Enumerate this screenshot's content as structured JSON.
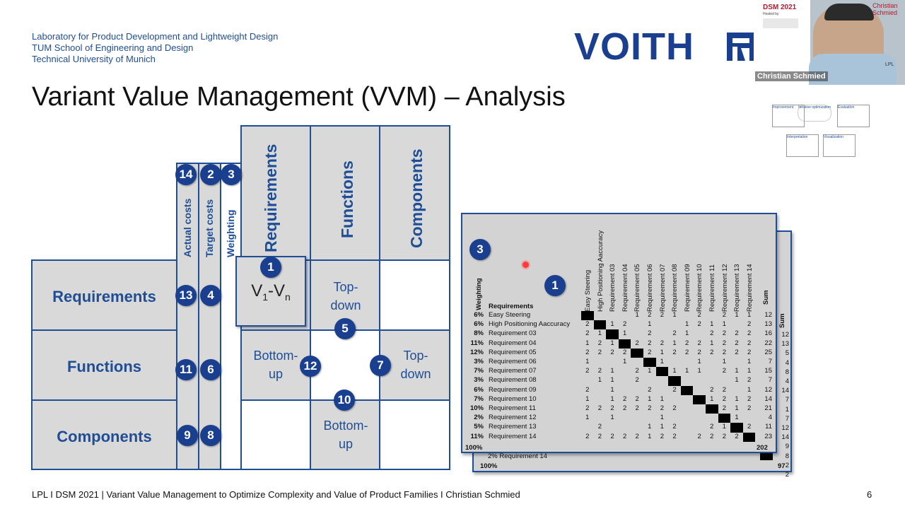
{
  "header": {
    "institution_lines": [
      "Laboratory for Product Development and Lightweight Design",
      "TUM School of Engineering and Design",
      "Technical University of Munich"
    ],
    "logo_text": "VOITH"
  },
  "slide": {
    "title": "Variant Value Management (VVM) – Analysis",
    "page_number": "6"
  },
  "footer": {
    "text": "LPL I DSM 2021 | Variant Value Management to Optimize Complexity and Value of Product Families I Christian Schmied"
  },
  "framework": {
    "column_headers": [
      "Requirements",
      "Functions",
      "Components"
    ],
    "side_columns": [
      "Actual costs",
      "Target costs",
      "Weighting"
    ],
    "side_badges": [
      "14",
      "2",
      "3"
    ],
    "rows": [
      {
        "label": "Requirements",
        "badges": [
          "13",
          "4"
        ]
      },
      {
        "label": "Functions",
        "badges": [
          "11",
          "6"
        ]
      },
      {
        "label": "Components",
        "badges": [
          "9",
          "8"
        ]
      }
    ],
    "cells": {
      "v_main": "V",
      "v_sub1": "1",
      "v_dash": "-V",
      "v_subn": "n",
      "req_func": [
        "Top-",
        "down"
      ],
      "func_req": [
        "Bottom-",
        "up"
      ],
      "func_comp": [
        "Top-",
        "down"
      ],
      "comp_func": [
        "Bottom-",
        "up"
      ]
    },
    "cell_badges": [
      "1",
      "5",
      "12",
      "7",
      "10"
    ]
  },
  "dsm": {
    "badges": [
      "3",
      "1"
    ],
    "weighting_label": "Weighting",
    "requirements_label": "Requirements",
    "sum_label": "Sum",
    "columns": [
      "Easy Steering",
      "High Positioning Aaccuracy",
      "Requirement 03",
      "Requirement 04",
      "Requirement 05",
      "Requirement 06",
      "Requirement 07",
      "Requirement 08",
      "Requirement 09",
      "Requirement 10",
      "Requirement 11",
      "Requirement 12",
      "Requirement 13",
      "Requirement 14"
    ],
    "rows": [
      {
        "w": "6%",
        "name": "Easy Steering",
        "vals": [
          "",
          "",
          "",
          "",
          "1",
          "2",
          "2",
          "1",
          "",
          "2",
          "",
          "2",
          "1",
          "1"
        ],
        "sum": "12"
      },
      {
        "w": "6%",
        "name": "High Positioning Aaccuracy",
        "vals": [
          "2",
          "",
          "1",
          "2",
          "",
          "1",
          "",
          "",
          "1",
          "2",
          "1",
          "1",
          "",
          "2"
        ],
        "sum": "13"
      },
      {
        "w": "8%",
        "name": "Requirement 03",
        "vals": [
          "2",
          "1",
          "",
          "1",
          "",
          "2",
          "",
          "2",
          "1",
          "",
          "2",
          "2",
          "2",
          "2"
        ],
        "sum": "16"
      },
      {
        "w": "11%",
        "name": "Requirement 04",
        "vals": [
          "1",
          "2",
          "1",
          "",
          "2",
          "2",
          "2",
          "1",
          "2",
          "2",
          "1",
          "2",
          "2",
          "2"
        ],
        "sum": "22"
      },
      {
        "w": "12%",
        "name": "Requirement 05",
        "vals": [
          "2",
          "2",
          "2",
          "2",
          "",
          "2",
          "1",
          "2",
          "2",
          "2",
          "2",
          "2",
          "2",
          "2"
        ],
        "sum": "25"
      },
      {
        "w": "3%",
        "name": "Requirement 06",
        "vals": [
          "1",
          "",
          "",
          "1",
          "",
          "",
          "1",
          "",
          "",
          "1",
          "",
          "1",
          "",
          "1"
        ],
        "sum": "7"
      },
      {
        "w": "7%",
        "name": "Requirement 07",
        "vals": [
          "2",
          "2",
          "1",
          "",
          "2",
          "1",
          "",
          "1",
          "1",
          "1",
          "",
          "2",
          "1",
          "1"
        ],
        "sum": "15"
      },
      {
        "w": "3%",
        "name": "Requirement 08",
        "vals": [
          "",
          "1",
          "1",
          "",
          "2",
          "",
          "",
          "",
          "",
          "",
          "",
          "",
          "1",
          "2"
        ],
        "sum": "7"
      },
      {
        "w": "6%",
        "name": "Requirement 09",
        "vals": [
          "2",
          "",
          "1",
          "",
          "",
          "2",
          "",
          "2",
          "",
          "",
          "2",
          "2",
          "",
          "1"
        ],
        "sum": "12"
      },
      {
        "w": "7%",
        "name": "Requirement 10",
        "vals": [
          "1",
          "",
          "1",
          "2",
          "2",
          "1",
          "1",
          "",
          "",
          "",
          "1",
          "2",
          "1",
          "2"
        ],
        "sum": "14"
      },
      {
        "w": "10%",
        "name": "Requirement 11",
        "vals": [
          "2",
          "2",
          "2",
          "2",
          "2",
          "2",
          "2",
          "2",
          "",
          "",
          "",
          "2",
          "1",
          "2"
        ],
        "sum": "21"
      },
      {
        "w": "2%",
        "name": "Requirement 12",
        "vals": [
          "1",
          "",
          "1",
          "",
          "",
          "",
          "1",
          "",
          "",
          "",
          "",
          "",
          "1",
          ""
        ],
        "sum": "4"
      },
      {
        "w": "5%",
        "name": "Requirement 13",
        "vals": [
          "",
          "2",
          "",
          "",
          "",
          "1",
          "1",
          "2",
          "",
          "",
          "2",
          "1",
          "",
          "2"
        ],
        "sum": "11"
      },
      {
        "w": "11%",
        "name": "Requirement 14",
        "vals": [
          "2",
          "2",
          "2",
          "2",
          "2",
          "1",
          "2",
          "2",
          "",
          "2",
          "2",
          "2",
          "2",
          ""
        ],
        "sum": "23"
      }
    ],
    "total_weight": "100%",
    "total_sum": "202",
    "back_sums": [
      "12",
      "13",
      "5",
      "4",
      "8",
      "4",
      "14",
      "7",
      "1",
      "7",
      "12",
      "14",
      "9",
      "8",
      "2",
      "2"
    ],
    "back_row_label": "2%  Requirement 14",
    "back_total_weight": "100%",
    "back_total_sum": "97"
  },
  "video": {
    "participant_name": "Christian Schmied",
    "event_logo": "DSM 2021",
    "hosted_by": "Hosted by",
    "corner_label": [
      "Christian",
      "Schmied"
    ],
    "lpl_label": "LPL",
    "thumb_labels": [
      "Improvement",
      "Iterative optimization",
      "Evaluation",
      "Interpretation",
      "Visualization"
    ]
  },
  "colors": {
    "accent": "#1f4e96",
    "badge": "#1b3f8f",
    "cell_gray": "#d9d9d9"
  }
}
